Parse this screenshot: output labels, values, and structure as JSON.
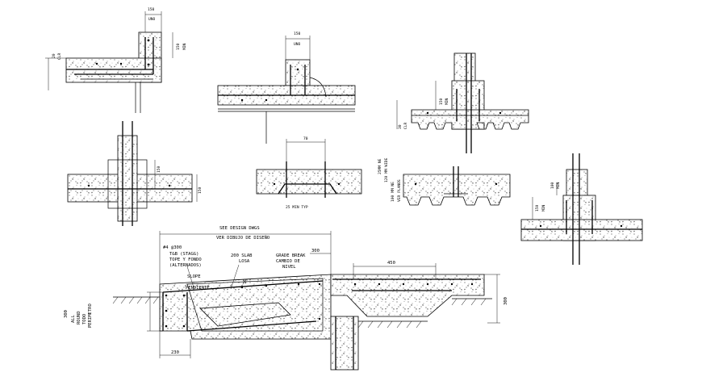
{
  "details": {
    "d1": {
      "dim_top": "150",
      "dim_top_sub": "UNO",
      "dim_side": "150",
      "dim_side_sub": "MIN",
      "dim_left": "20",
      "dim_left_sub": "CLR"
    },
    "d2": {
      "dim_top": "150",
      "dim_top_sub": "UNO"
    },
    "d3": {
      "dim_side": "150",
      "dim_side_sub": "MIN",
      "dim_left": "30",
      "dim_left_sub": "CLR"
    },
    "d4": {
      "dim_side": "150",
      "dim_right": "150"
    },
    "d5": {
      "dim_top": "70",
      "note": "25 MIN TYP"
    },
    "d6": {
      "label_a": "25MM NE",
      "label_b": "120 MM WIDE",
      "label_c": "100 MM NE",
      "label_d": "VER PLANOS"
    },
    "d7": {
      "dim_side": "100",
      "dim_side_sub": "MIN",
      "dim_left": "150",
      "dim_left_sub": "MIN"
    }
  },
  "section": {
    "see_design": "SEE DESIGN DWGS",
    "ver_dibujo": "VER DIBUJO DE DISEÑO",
    "rebar": "#4 @300",
    "tb_line1": "T&B (STAGG)",
    "tb_line2": "TOPE Y FONDO",
    "tb_line3": "(ALTERNADOS)",
    "slab": "200 SLAB",
    "losa": "LOSA",
    "grade_break": "GRADE BREAK",
    "cambio": "CAMBIO DE",
    "nivel": "NIVEL",
    "dim_300_top": "300",
    "dim_450": "450",
    "dim_300_right": "300",
    "slope": "SLOPE",
    "pendiente": "PENDIENTE",
    "dim_10": "10",
    "dim_300_left": "300",
    "all_round": "ALL",
    "round": "ROUND",
    "todo": "TODO",
    "perimetro": "PERIMETRO",
    "dim_230": "230"
  }
}
